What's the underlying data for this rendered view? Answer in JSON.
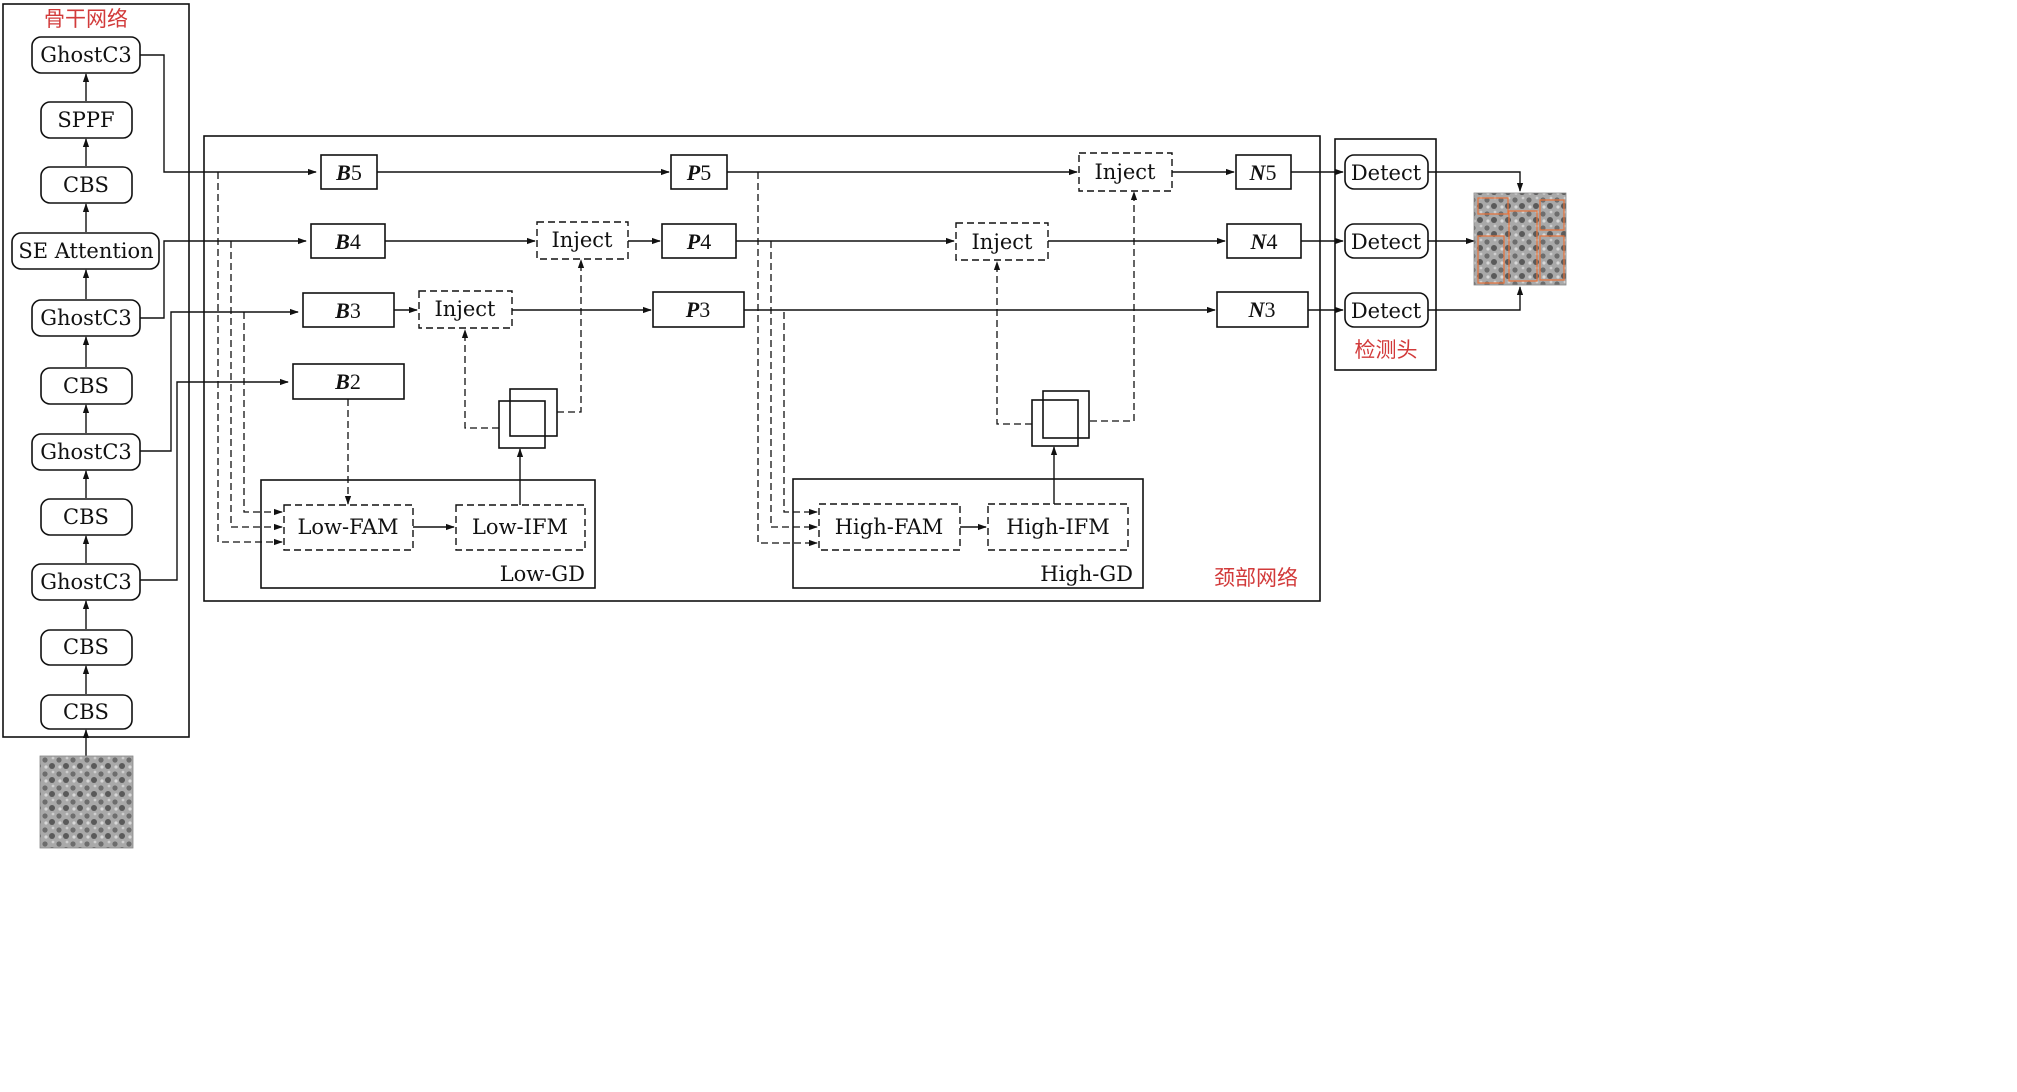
{
  "backbone": {
    "title": "骨干网络",
    "layers": [
      "GhostC3",
      "SPPF",
      "CBS",
      "SE Attention",
      "GhostC3",
      "CBS",
      "GhostC3",
      "CBS",
      "GhostC3",
      "CBS",
      "CBS"
    ]
  },
  "neck": {
    "title": "颈部网络",
    "b_nodes": [
      {
        "letter": "B",
        "num": "5"
      },
      {
        "letter": "B",
        "num": "4"
      },
      {
        "letter": "B",
        "num": "3"
      },
      {
        "letter": "B",
        "num": "2"
      }
    ],
    "p_nodes": [
      {
        "letter": "P",
        "num": "5"
      },
      {
        "letter": "P",
        "num": "4"
      },
      {
        "letter": "P",
        "num": "3"
      }
    ],
    "n_nodes": [
      {
        "letter": "N",
        "num": "5"
      },
      {
        "letter": "N",
        "num": "4"
      },
      {
        "letter": "N",
        "num": "3"
      }
    ],
    "inject_label": "Inject",
    "low_gd": {
      "title": "Low-GD",
      "fam": "Low-FAM",
      "ifm": "Low-IFM"
    },
    "high_gd": {
      "title": "High-GD",
      "fam": "High-FAM",
      "ifm": "High-IFM"
    }
  },
  "head": {
    "title": "检测头",
    "detect_label": "Detect"
  }
}
